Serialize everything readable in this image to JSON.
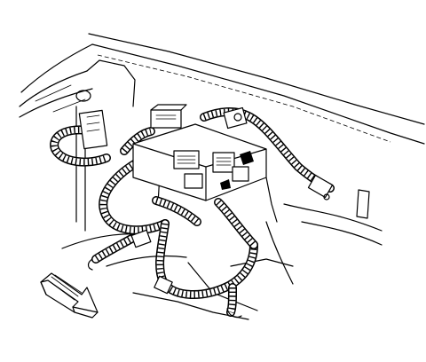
{
  "figure": {
    "background": "#ffffff",
    "ink": "#000000",
    "components": [
      "engine-compartment",
      "fuse-relay-center",
      "wiring-harness",
      "connectors",
      "view-direction-arrow"
    ]
  }
}
